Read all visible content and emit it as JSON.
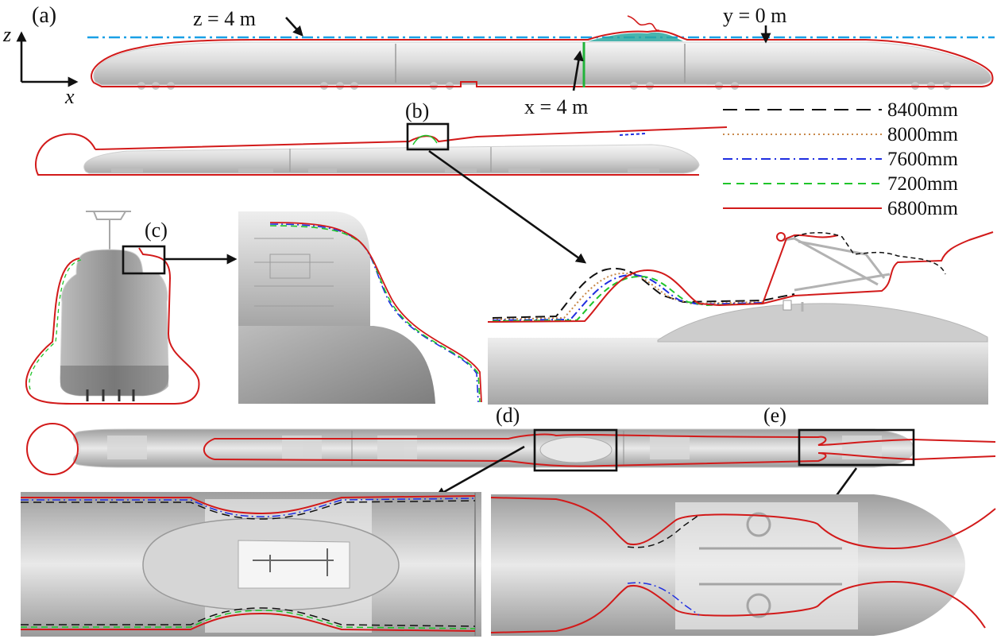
{
  "panels": {
    "a": "(a)",
    "b": "(b)",
    "c": "(c)",
    "d": "(d)",
    "e": "(e)"
  },
  "axes": {
    "vertical": "z",
    "horizontal": "x"
  },
  "annotations": {
    "z_plane": "z = 4 m",
    "y_plane": "y = 0 m",
    "x_plane": "x = 4 m"
  },
  "legend": [
    {
      "label": "8400mm",
      "color": "#111111",
      "dash": "18 10"
    },
    {
      "label": "8000mm",
      "color": "#c8894a",
      "dash": "2 4"
    },
    {
      "label": "7600mm",
      "color": "#1f2ee0",
      "dash": "12 5 2 5"
    },
    {
      "label": "7200mm",
      "color": "#1fc42a",
      "dash": "10 7"
    },
    {
      "label": "6800mm",
      "color": "#d21a1a",
      "dash": ""
    }
  ],
  "colors": {
    "body_light": "#f2f2f2",
    "body_dark": "#9a9a9a",
    "plane_z": "#1aa0e6",
    "plane_x": "#22b33a",
    "contour_main": "#d21a1a"
  }
}
